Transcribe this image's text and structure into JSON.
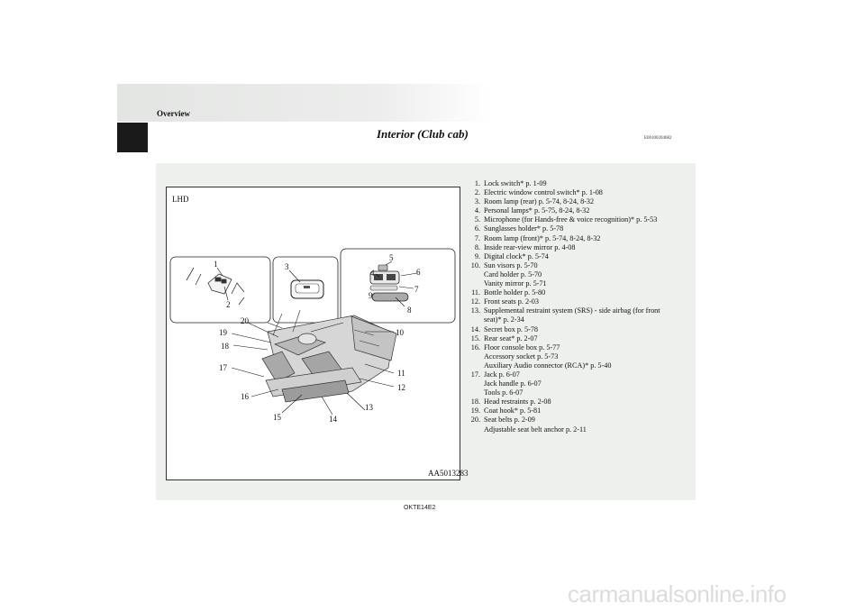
{
  "header": {
    "section": "Overview",
    "title": "Interior (Club cab)",
    "code": "E00100204682"
  },
  "figure": {
    "variant_label": "LHD",
    "figure_id": "AA5013283",
    "callouts": [
      "1",
      "2",
      "3",
      "4",
      "5",
      "6",
      "7",
      "8",
      "9",
      "10",
      "11",
      "12",
      "13",
      "14",
      "15",
      "16",
      "17",
      "18",
      "19",
      "20"
    ]
  },
  "items": [
    {
      "num": "1.",
      "lines": [
        "Lock switch* p. 1-09"
      ]
    },
    {
      "num": "2.",
      "lines": [
        "Electric window control switch* p. 1-08"
      ]
    },
    {
      "num": "3.",
      "lines": [
        "Room lamp (rear) p. 5-74, 8-24, 8-32"
      ]
    },
    {
      "num": "4.",
      "lines": [
        "Personal lamps* p. 5-75, 8-24, 8-32"
      ]
    },
    {
      "num": "5.",
      "lines": [
        "Microphone (for Hands-free & voice recognition)* p. 5-53"
      ]
    },
    {
      "num": "6.",
      "lines": [
        "Sunglasses holder* p. 5-78"
      ]
    },
    {
      "num": "7.",
      "lines": [
        "Room lamp (front)* p. 5-74, 8-24, 8-32"
      ]
    },
    {
      "num": "8.",
      "lines": [
        "Inside rear-view mirror p. 4-08"
      ]
    },
    {
      "num": "9.",
      "lines": [
        "Digital clock* p. 5-74"
      ]
    },
    {
      "num": "10.",
      "lines": [
        "Sun visors p. 5-70",
        "Card holder  p. 5-70",
        "Vanity mirror p. 5-71"
      ]
    },
    {
      "num": "11.",
      "lines": [
        "Bottle holder p. 5-80"
      ]
    },
    {
      "num": "12.",
      "lines": [
        "Front seats p. 2-03"
      ]
    },
    {
      "num": "13.",
      "lines": [
        "Supplemental restraint system (SRS) - side airbag (for front",
        "seat)* p. 2-34"
      ]
    },
    {
      "num": "14.",
      "lines": [
        "Secret box p. 5-78"
      ]
    },
    {
      "num": "15.",
      "lines": [
        "Rear seat* p. 2-07"
      ]
    },
    {
      "num": "16.",
      "lines": [
        "Floor console box p. 5-77",
        "Accessory socket  p. 5-73",
        "Auxiliary Audio connector (RCA)* p. 5-40"
      ]
    },
    {
      "num": "17.",
      "lines": [
        "Jack p. 6-07",
        "Jack handle p. 6-07",
        "Tools p. 6-07"
      ]
    },
    {
      "num": "18.",
      "lines": [
        "Head restraints p. 2-08"
      ]
    },
    {
      "num": "19.",
      "lines": [
        "Coat hook* p. 5-81"
      ]
    },
    {
      "num": "20.",
      "lines": [
        "Seat belts p. 2-09",
        "Adjustable seat belt anchor p. 2-11"
      ]
    }
  ],
  "footer": {
    "page_code": "OKTE14E2",
    "watermark": "carmanualsonline.info"
  }
}
